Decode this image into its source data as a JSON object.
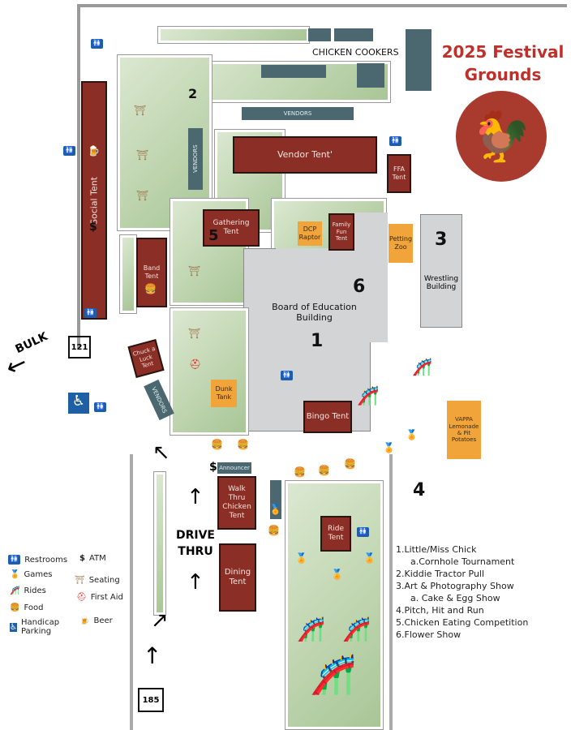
{
  "title": "2025 Festival Grounds",
  "title_line1": "2025 Festival",
  "title_line2": "Grounds",
  "colors": {
    "title": "#c0302a",
    "tent": "#8b2e26",
    "orange": "#f0a43a",
    "vendors": "#4b6871",
    "logo": "#a93a2e"
  },
  "areas": {
    "chicken_cookers": "CHICKEN COOKERS",
    "vendors_top": "VENDORS",
    "vendors_left": "VENDORS",
    "vendors_bottom": "VENDORS",
    "vendor_tent": "Vendor Tent'",
    "ffa_tent": "FFA Tent",
    "social_tent": "Social Tent",
    "gathering_tent": "Gathering Tent",
    "dcp_raptor": "DCP Raptor",
    "family_fun_tent": "Family Fun Tent",
    "petting_zoo": "Petting Zoo",
    "wrestling": "Wrestling Building",
    "band_tent": "Band Tent",
    "board_of_ed": "Board of Education Building",
    "chuck_a_luck": "Chuck a Luck Tent",
    "dunk_tank": "Dunk Tank",
    "bingo_tent": "Bingo Tent",
    "vappa": "VAPPA Lemonade & Pit Potatoes",
    "announcer": "Announcer",
    "walk_thru": "Walk Thru Chicken Tent",
    "dining_tent": "Dining Tent",
    "ride_tent": "Ride Tent",
    "drive_thru": "DRIVE THRU",
    "bulk": "BULK",
    "route_121": "121",
    "route_185": "185"
  },
  "numbers": {
    "n1": "1",
    "n2": "2",
    "n3": "3",
    "n4": "4",
    "n5": "5",
    "n6": "6"
  },
  "legend": [
    {
      "icon": "restroom-icon",
      "label": "Restrooms"
    },
    {
      "icon": "games-icon",
      "label": "Games"
    },
    {
      "icon": "rides-icon",
      "label": "Rides"
    },
    {
      "icon": "food-icon",
      "label": "Food"
    },
    {
      "icon": "handicap-icon",
      "label": "Handicap Parking"
    },
    {
      "icon": "atm-icon",
      "label": "ATM"
    },
    {
      "icon": "seating-icon",
      "label": "Seating"
    },
    {
      "icon": "first-aid-icon",
      "label": "First Aid"
    },
    {
      "icon": "beer-icon",
      "label": "Beer"
    }
  ],
  "events": [
    "1.Little/Miss Chick",
    "a.Cornhole Tournament",
    "2.Kiddie Tractor Pull",
    "3.Art & Photography Show",
    "a. Cake & Egg Show",
    "4.Pitch, Hit and Run",
    "5.Chicken Eating Competition",
    "6.Flower Show"
  ]
}
